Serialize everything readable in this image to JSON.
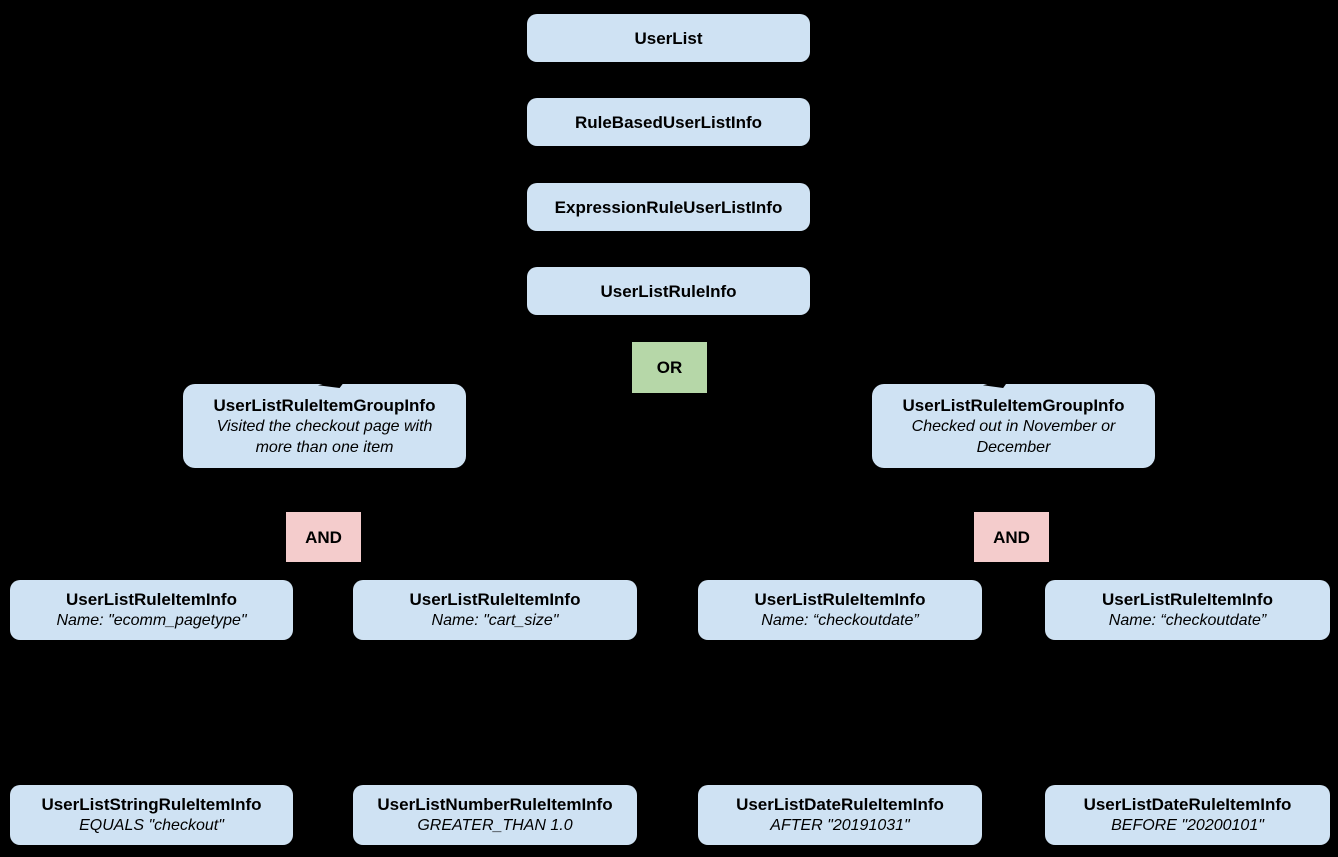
{
  "diagram": {
    "title": "UserList rule-based user list structure",
    "background_color": "#000000",
    "colors": {
      "class_box_fill": "#cfe2f3",
      "or_box_fill": "#b6d7a8",
      "and_box_fill": "#f4cccc",
      "text": "#000000"
    },
    "nodes": {
      "userlist": {
        "label": "UserList"
      },
      "rule_based": {
        "label": "RuleBasedUserListInfo"
      },
      "expression_rule": {
        "label": "ExpressionRuleUserListInfo"
      },
      "user_list_rule": {
        "label": "UserListRuleInfo"
      },
      "or_operator": {
        "label": "OR"
      },
      "group_left": {
        "label": "UserListRuleItemGroupInfo",
        "description": "Visited the checkout page with more than one item"
      },
      "group_right": {
        "label": "UserListRuleItemGroupInfo",
        "description": "Checked out in November or December"
      },
      "and_left": {
        "label": "AND"
      },
      "and_right": {
        "label": "AND"
      },
      "item_ecomm_pagetype": {
        "label": "UserListRuleItemInfo",
        "description": "Name: \"ecomm_pagetype\""
      },
      "item_cart_size": {
        "label": "UserListRuleItemInfo",
        "description": "Name: \"cart_size\""
      },
      "item_checkoutdate_after": {
        "label": "UserListRuleItemInfo",
        "description": "Name: “checkoutdate”"
      },
      "item_checkoutdate_before": {
        "label": "UserListRuleItemInfo",
        "description": "Name: “checkoutdate”"
      },
      "leaf_string": {
        "label": "UserListStringRuleItemInfo",
        "description": "EQUALS \"checkout\""
      },
      "leaf_number": {
        "label": "UserListNumberRuleItemInfo",
        "description": "GREATER_THAN 1.0"
      },
      "leaf_date_after": {
        "label": "UserListDateRuleItemInfo",
        "description": "AFTER \"20191031\""
      },
      "leaf_date_before": {
        "label": "UserListDateRuleItemInfo",
        "description": "BEFORE \"20200101\""
      }
    }
  }
}
